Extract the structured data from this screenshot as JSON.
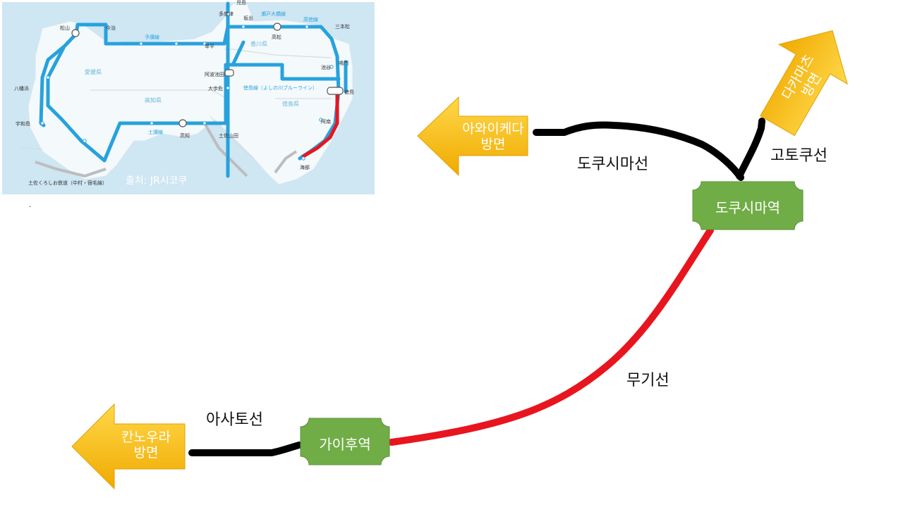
{
  "map": {
    "source_label": "출처: JR시코쿠",
    "dot_label": "."
  },
  "lines": {
    "tokushima_line": "도쿠시마선",
    "kotoku_line": "고토쿠선",
    "mugi_line": "무기선",
    "asato_line": "아사토선"
  },
  "stations": {
    "tokushima": "도쿠시마역",
    "kaifu": "가이후역"
  },
  "arrows": {
    "awaikeda": [
      "아와이케다",
      "방면"
    ],
    "takamatsu": [
      "다카마츠",
      "방면"
    ],
    "kannoura": [
      "칸노우라",
      "방면"
    ]
  },
  "colors": {
    "route_black": "#000000",
    "route_red": "#e8151f",
    "station_green": "#70ad47",
    "arrow_yellow": "#f7b700",
    "map_line_blue": "#27a2dc",
    "map_sea": "#cfe6f3"
  }
}
